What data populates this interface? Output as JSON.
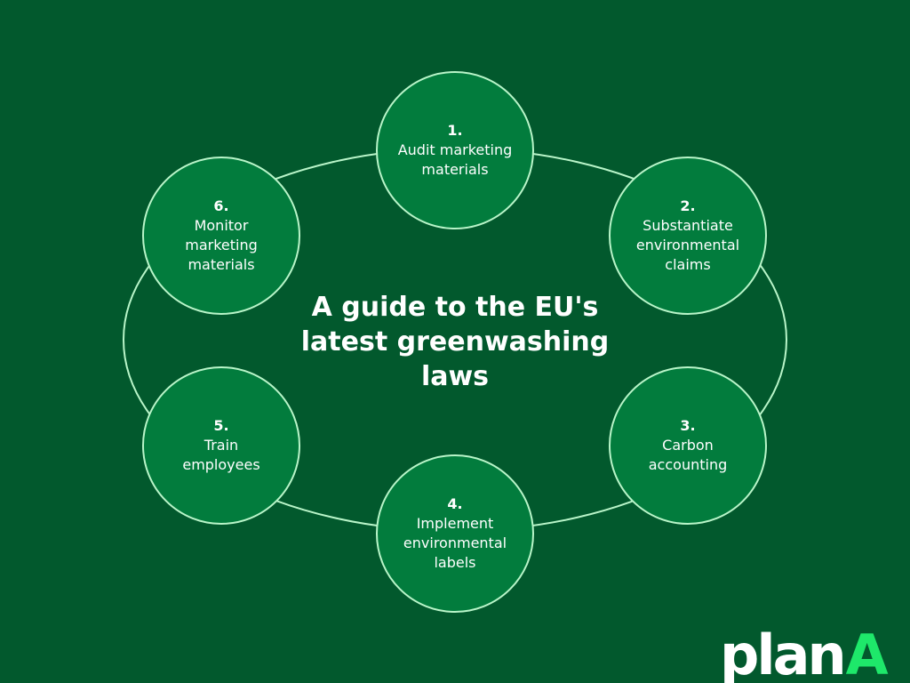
{
  "colors": {
    "background": "#02592d",
    "circle_fill": "#027c3d",
    "outline": "#b9f5c9",
    "text": "#ffffff",
    "logo_text": "#ffffff",
    "logo_accent": "#1ee86a"
  },
  "title": "A guide to the EU's\nlatest greenwashing\nlaws",
  "steps": [
    {
      "number": "1.",
      "label": "Audit marketing\nmaterials"
    },
    {
      "number": "2.",
      "label": "Substantiate\nenvironmental\nclaims"
    },
    {
      "number": "3.",
      "label": "Carbon\naccounting"
    },
    {
      "number": "4.",
      "label": "Implement\nenvironmental\nlabels"
    },
    {
      "number": "5.",
      "label": "Train\nemployees"
    },
    {
      "number": "6.",
      "label": "Monitor\nmarketing\nmaterials"
    }
  ],
  "logo": {
    "plan": "plan",
    "a": "A"
  }
}
